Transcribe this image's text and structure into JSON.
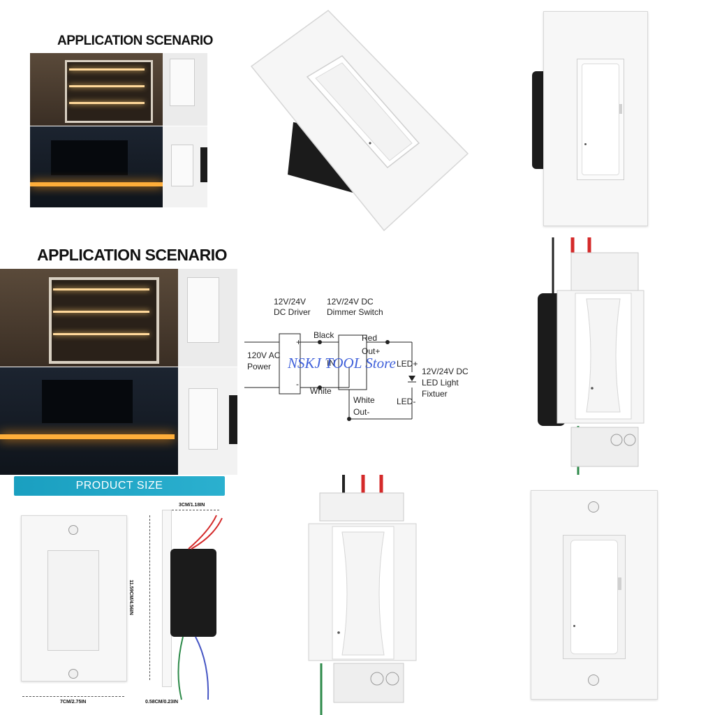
{
  "cell1": {
    "title": "APPLICATION SCENARIO"
  },
  "cell4": {
    "title": "APPLICATION SCENARIO"
  },
  "wiring": {
    "driver_label_1": "12V/24V",
    "driver_label_2": "DC Driver",
    "dimmer_label_1": "12V/24V DC",
    "dimmer_label_2": "Dimmer Switch",
    "power_1": "120V AC",
    "power_2": "Power",
    "plus": "+",
    "minus": "-",
    "black": "Black",
    "white": "White",
    "in": "IN",
    "red": "Red",
    "out_plus": "Out+",
    "white_out_1": "White",
    "white_out_2": "Out-",
    "led_plus": "LED+",
    "led_minus": "LED-",
    "fixture_1": "12V/24V DC",
    "fixture_2": "LED Light",
    "fixture_3": "Fixtuer",
    "watermark": "NSKJ TOOL Store"
  },
  "product_size": {
    "banner": "PRODUCT SIZE",
    "depth": "3CM/1.18IN",
    "height": "11.59CM/4.56IN",
    "width": "7CM/2.75IN",
    "thickness": "0.58CM/0.23IN"
  },
  "colors": {
    "banner": "#1fa6c6",
    "wire_red": "#d42a2a",
    "wire_green": "#2e8a4a",
    "watermark": "#2b4fd6"
  }
}
